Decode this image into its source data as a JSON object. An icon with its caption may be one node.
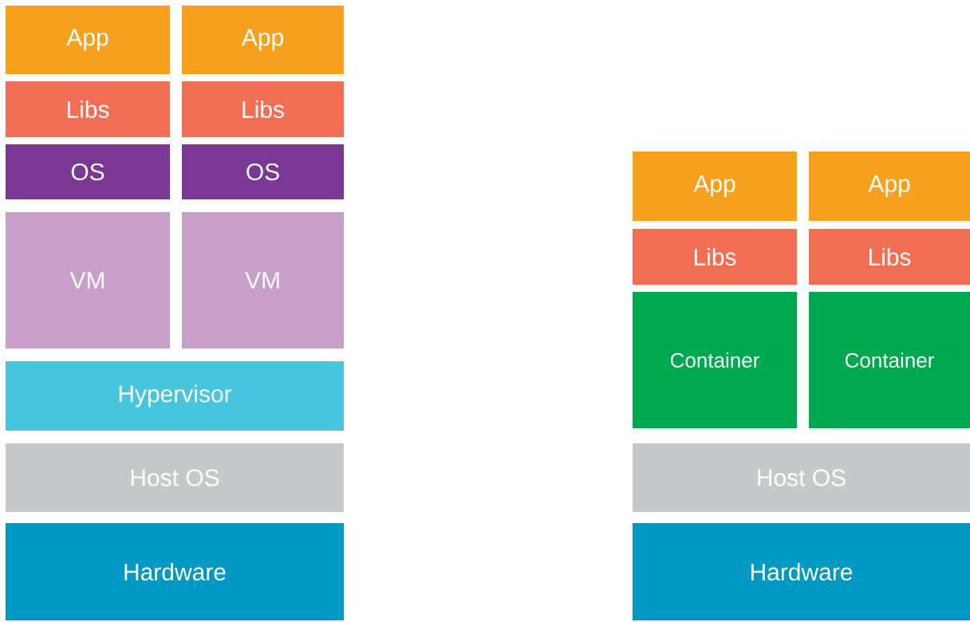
{
  "diagram": {
    "nodes": [
      {
        "text": [
          "App"
        ]
      },
      {
        "text": [
          "App"
        ]
      },
      {
        "text": [
          "Libs"
        ]
      },
      {
        "text": [
          "Libs"
        ]
      },
      {
        "text": [
          "OS"
        ]
      },
      {
        "text": [
          "OS"
        ]
      },
      {
        "text": [
          "VM"
        ]
      },
      {
        "text": [
          "VM"
        ]
      },
      {
        "text": [
          "Hypervisor"
        ]
      },
      {
        "text": [
          "Host OS"
        ]
      },
      {
        "text": [
          "Hardware"
        ]
      },
      {
        "text": [
          "App"
        ]
      },
      {
        "text": [
          "App"
        ]
      },
      {
        "text": [
          "Libs"
        ]
      },
      {
        "text": [
          "Libs"
        ]
      },
      {
        "text": [
          "Container"
        ]
      },
      {
        "text": [
          "Container"
        ]
      },
      {
        "text": [
          "Host OS"
        ]
      },
      {
        "text": [
          "Hardware"
        ]
      }
    ]
  }
}
